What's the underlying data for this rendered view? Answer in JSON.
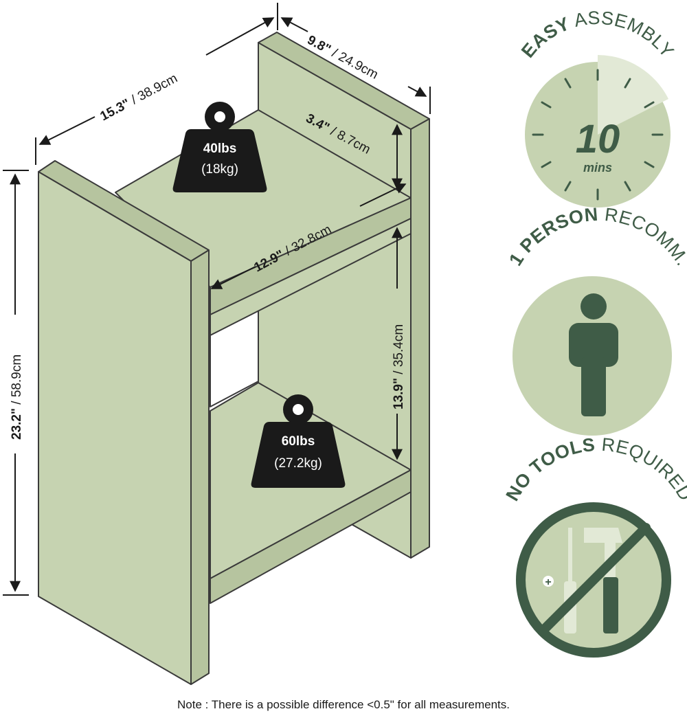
{
  "dimensions": {
    "width": {
      "imperial": "15.3\"",
      "metric": " / 38.9cm"
    },
    "depth": {
      "imperial": "9.8\"",
      "metric": " / 24.9cm"
    },
    "top_shelf_height": {
      "imperial": "3.4\"",
      "metric": " / 8.7cm"
    },
    "inner_width": {
      "imperial": "12.9\"",
      "metric": " / 32.8cm"
    },
    "inner_height": {
      "imperial": "13.9\"",
      "metric": " / 35.4cm"
    },
    "total_height": {
      "imperial": "23.2\"",
      "metric": " / 58.9cm"
    }
  },
  "weights": {
    "top": {
      "lbs": "40lbs",
      "kg": "(18kg)"
    },
    "bottom": {
      "lbs": "60lbs",
      "kg": "(27.2kg)"
    }
  },
  "badges": {
    "assembly": {
      "bold": "EASY",
      "rest": " ASSEMBLY",
      "number": "10",
      "unit": "mins"
    },
    "person": {
      "bold": "1 PERSON",
      "rest": " RECOMM."
    },
    "tools": {
      "bold": "NO TOOLS",
      "rest": " REQUIRED"
    }
  },
  "note": "Note : There is a possible difference <0.5\" for all measurements.",
  "colors": {
    "panel": "#c6d3b1",
    "panel_edge": "#3a3a3a",
    "badge_light": "#c6d3b1",
    "badge_dark": "#3f5c47"
  }
}
